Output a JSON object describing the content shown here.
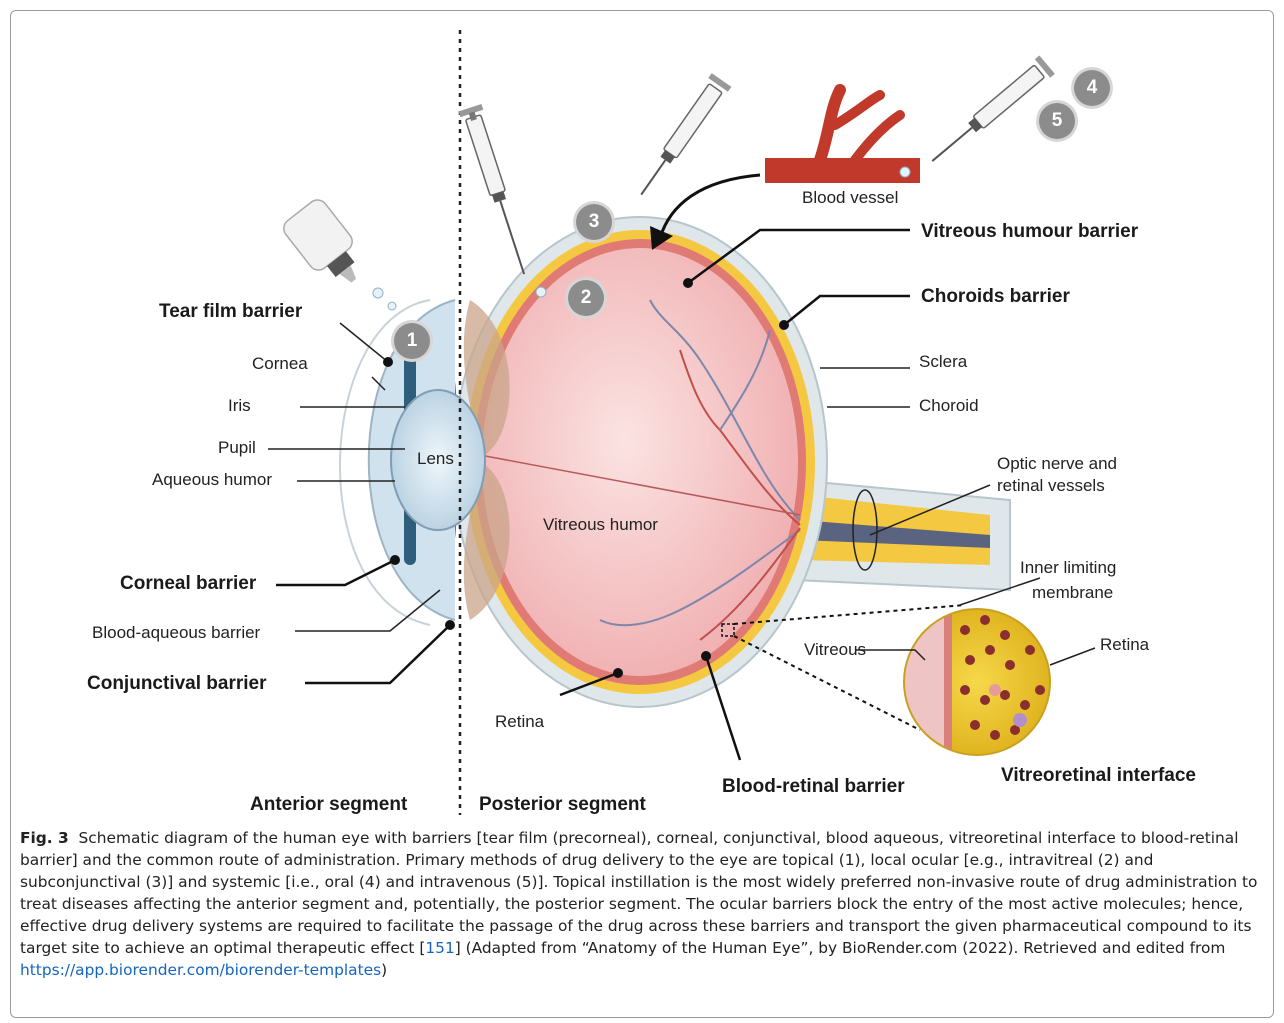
{
  "labels": {
    "tear_film_barrier": "Tear film barrier",
    "cornea": "Cornea",
    "iris": "Iris",
    "pupil": "Pupil",
    "aqueous_humor": "Aqueous humor",
    "corneal_barrier": "Corneal barrier",
    "blood_aqueous_barrier": "Blood-aqueous barrier",
    "conjunctival_barrier": "Conjunctival barrier",
    "lens": "Lens",
    "vitreous_humor": "Vitreous humor",
    "retina_bottom": "Retina",
    "vitreous_humour_barrier": "Vitreous humour barrier",
    "choroids_barrier": "Choroids barrier",
    "sclera": "Sclera",
    "choroid": "Choroid",
    "optic_nerve_line1": "Optic nerve and",
    "optic_nerve_line2": "retinal vessels",
    "inner_limiting_line1": "Inner limiting",
    "inner_limiting_line2": "membrane",
    "vitreous": "Vitreous",
    "retina_right": "Retina",
    "blood_vessel": "Blood vessel",
    "blood_retinal_barrier": "Blood-retinal  barrier",
    "vitreoretinal_interface": "Vitreoretinal interface",
    "anterior_segment": "Anterior segment",
    "posterior_segment": "Posterior segment"
  },
  "markers": {
    "m1": "1",
    "m2": "2",
    "m3": "3",
    "m4": "4",
    "m5": "5"
  },
  "caption": {
    "fig_label": "Fig. 3",
    "text": "Schematic diagram of the human eye with barriers [tear film (precorneal), corneal, conjunctival, blood aqueous, vitreoretinal interface to blood-retinal barrier] and the common route of administration. Primary methods of drug delivery to the eye are topical (1), local ocular [e.g., intravitreal (2) and subconjunctival (3)] and systemic [i.e., oral (4) and intravenous (5)]. Topical instillation is the most widely preferred non-invasive route of drug administration to treat diseases affecting the anterior segment and, potentially, the posterior segment. The ocular barriers block the entry of the most active molecules; hence, effective drug delivery systems are required to facilitate the passage of the drug across these barriers and transport the given pharmaceutical compound to its target site to achieve an optimal therapeutic effect [",
    "ref": "151",
    "text2": "] (Adapted from “Anatomy of the Human Eye”, by BioRender.com (2022). Retrieved and edited from ",
    "link": "https://app.biorender.com/biorender-templates",
    "text3": ")"
  },
  "colors": {
    "sclera": "#dfe7ea",
    "choroid_yellow": "#f5c842",
    "retina_red": "#e07a74",
    "vitreous_pink": "#f7c8c6",
    "vessel_red": "#c0392b",
    "marker_gray": "#8c8c8c",
    "link_blue": "#1565c0"
  }
}
